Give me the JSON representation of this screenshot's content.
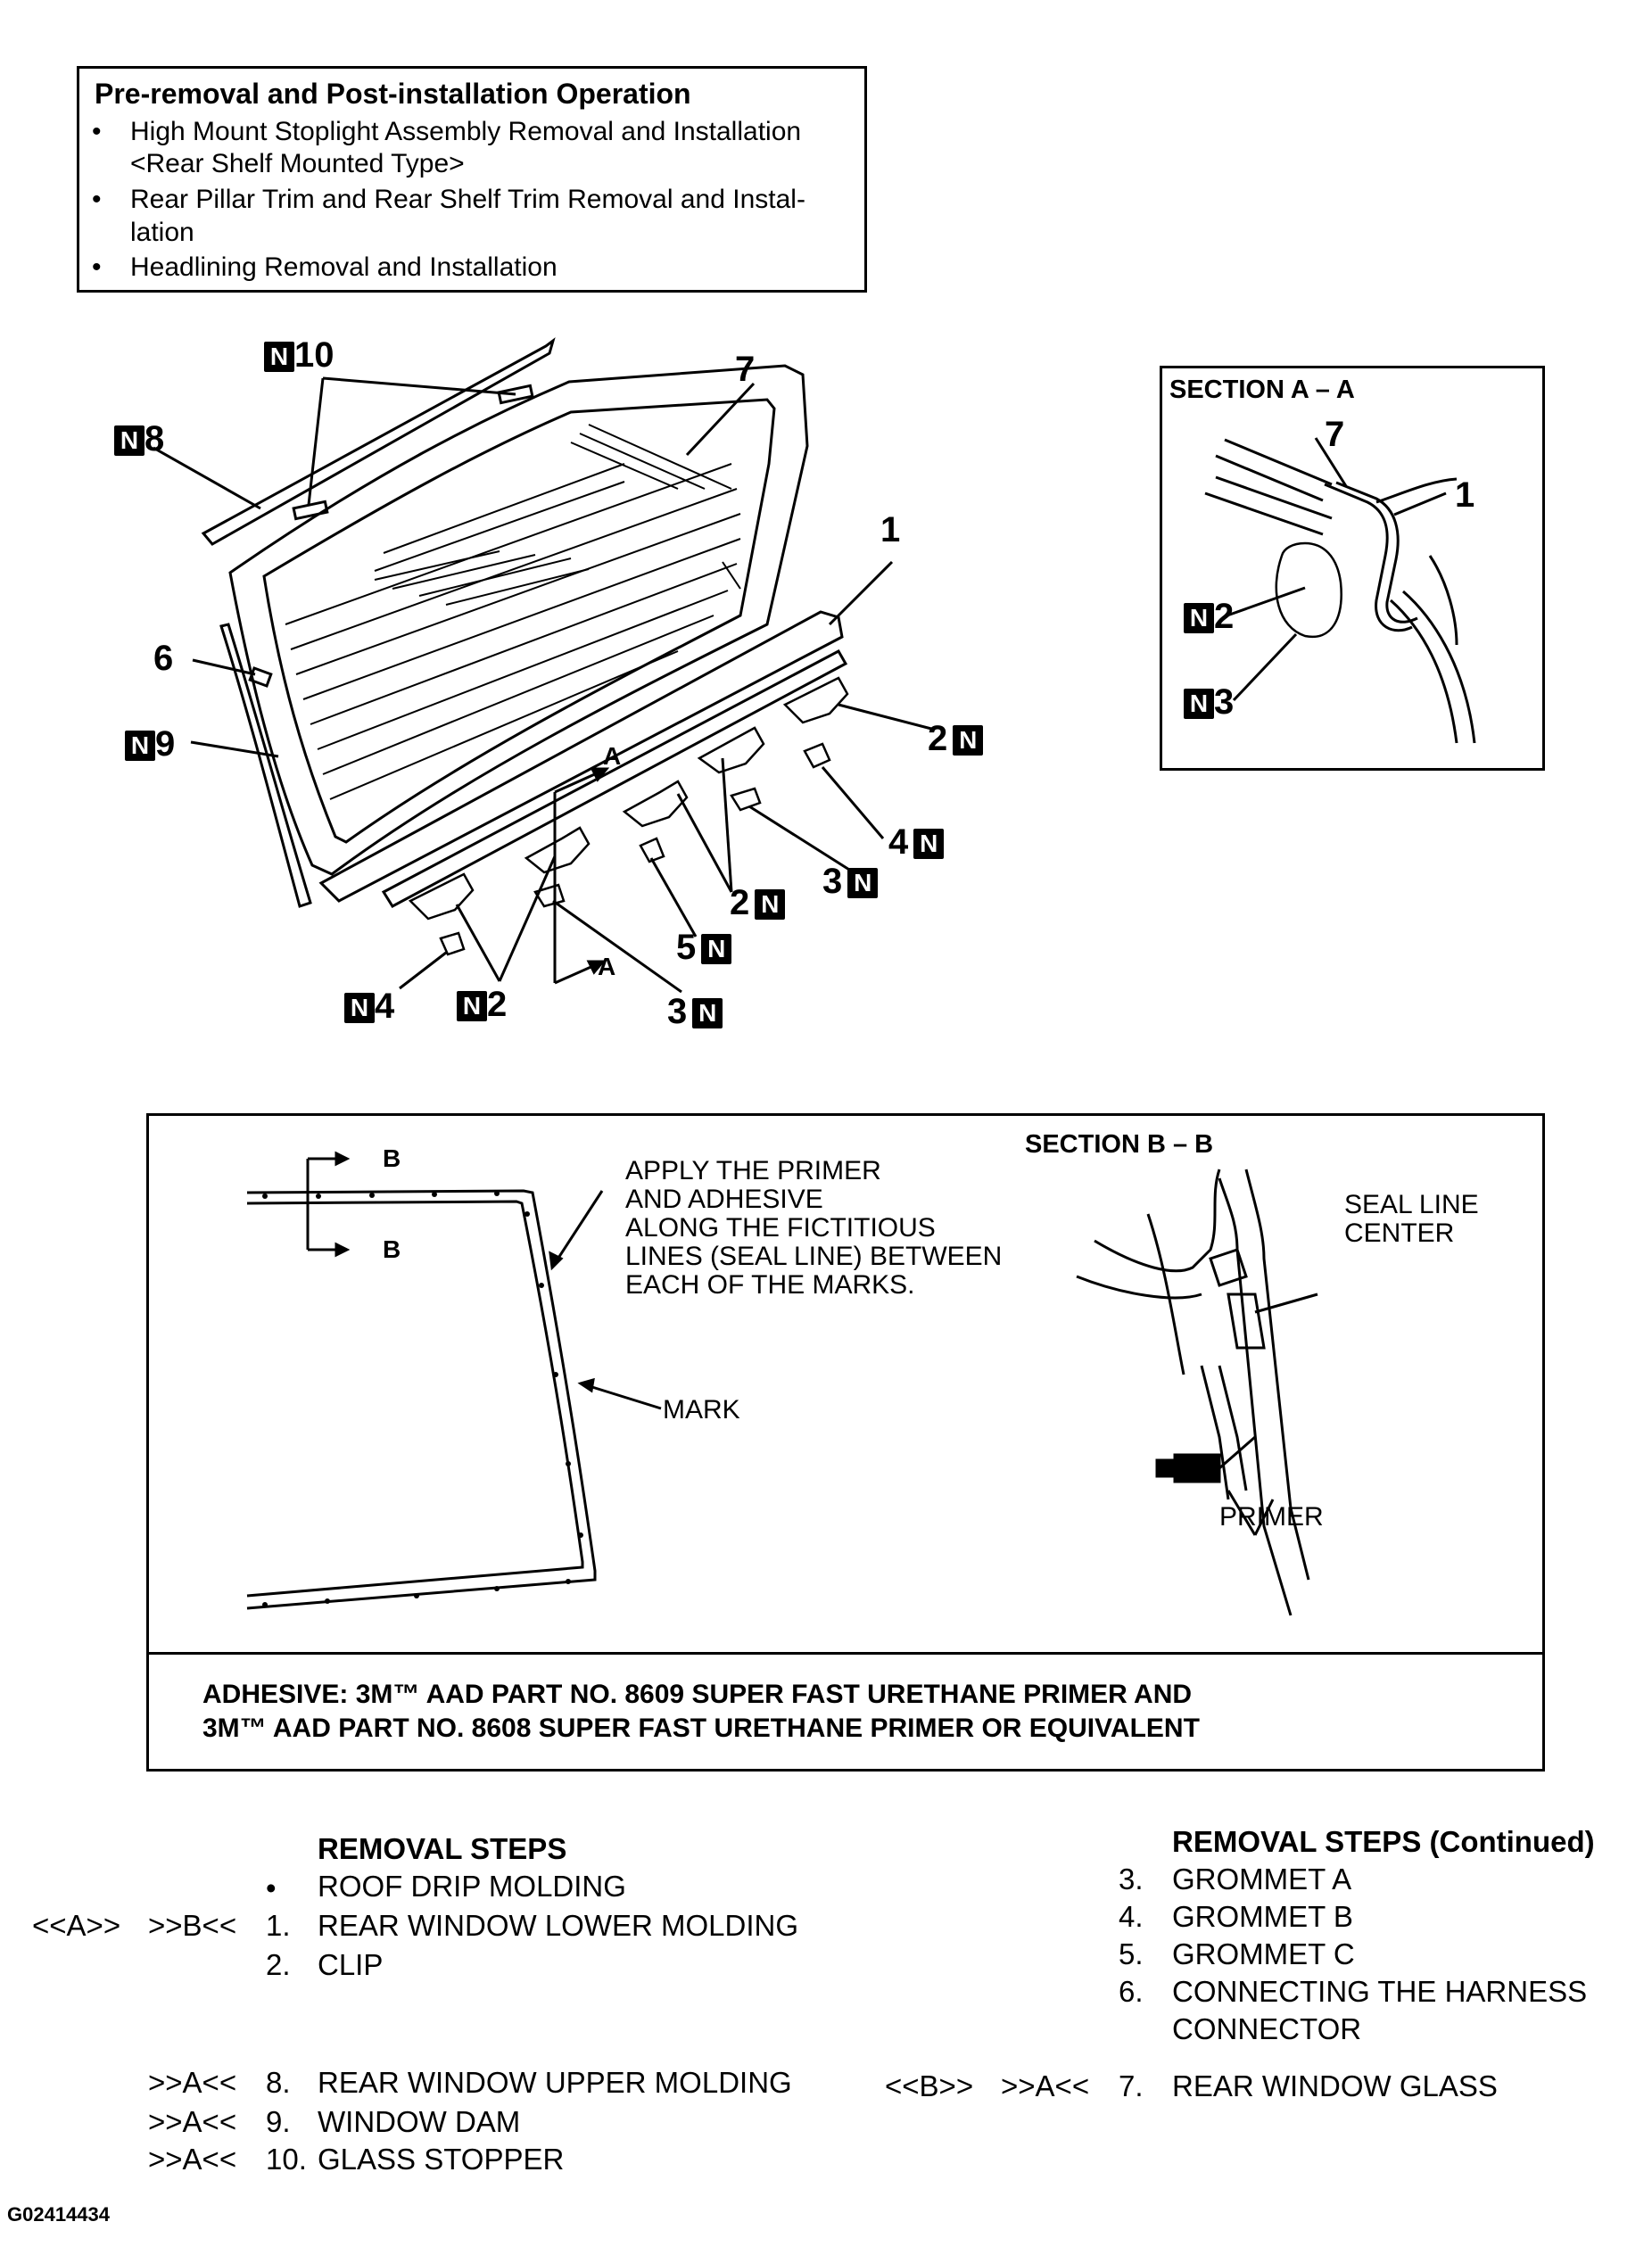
{
  "pre_box": {
    "title": "Pre-removal and Post-installation Operation",
    "items": [
      {
        "bullet": "•",
        "line1": "High Mount Stoplight Assembly Removal and Installation",
        "line2": "<Rear Shelf Mounted Type>"
      },
      {
        "bullet": "•",
        "line1": "Rear Pillar Trim and Rear Shelf Trim Removal and Instal-",
        "line2": "lation"
      },
      {
        "bullet": "•",
        "line1": "Headlining Removal and Installation",
        "line2": ""
      }
    ]
  },
  "callouts": {
    "n": "N",
    "c10": "10",
    "c8": "8",
    "c7": "7",
    "c1": "1",
    "c6": "6",
    "c9": "9",
    "c2a": "2",
    "c4a": "4",
    "c3a": "3",
    "c2b": "2",
    "c5": "5",
    "c3b": "3",
    "c4b": "4",
    "c2c": "2",
    "arrow_a_top": "A",
    "arrow_a_bottom": "A"
  },
  "section_aa": {
    "title": "SECTION A – A",
    "c7": "7",
    "c1": "1",
    "c2": "2",
    "c3": "3"
  },
  "bottom_box": {
    "b1": "B",
    "b2": "B",
    "note_lines": [
      "APPLY THE PRIMER",
      "AND ADHESIVE",
      "ALONG THE FICTITIOUS",
      "LINES (SEAL LINE) BETWEEN",
      "EACH OF THE MARKS."
    ],
    "mark": "MARK",
    "section_bb": "SECTION B – B",
    "seal_line": [
      "SEAL LINE",
      "CENTER"
    ],
    "primer": "PRIMER",
    "adhesive_lines": [
      "ADHESIVE: 3M™ AAD PART NO. 8609 SUPER FAST URETHANE PRIMER AND",
      "3M™ AAD PART NO. 8608 SUPER FAST URETHANE PRIMER OR EQUIVALENT"
    ]
  },
  "removal_steps": {
    "heading": "REMOVAL STEPS",
    "left": [
      {
        "mark1": "",
        "mark2": "",
        "num": "•",
        "label": "ROOF DRIP MOLDING"
      },
      {
        "mark1": "<<A>>",
        "mark2": ">>B<<",
        "num": "1.",
        "label": "REAR WINDOW LOWER MOLDING"
      },
      {
        "mark1": "",
        "mark2": "",
        "num": "2.",
        "label": "CLIP"
      },
      {
        "mark1": "",
        "mark2": ">>A<<",
        "num": "8.",
        "label": "REAR WINDOW UPPER MOLDING"
      },
      {
        "mark1": "",
        "mark2": ">>A<<",
        "num": "9.",
        "label": "WINDOW DAM"
      },
      {
        "mark1": "",
        "mark2": ">>A<<",
        "num": "10.",
        "label": "GLASS STOPPER"
      }
    ],
    "heading_cont": "REMOVAL STEPS (Continued)",
    "right": [
      {
        "num": "3.",
        "label": "GROMMET A"
      },
      {
        "num": "4.",
        "label": "GROMMET B"
      },
      {
        "num": "5.",
        "label": "GROMMET C"
      },
      {
        "num": "6.",
        "label": "CONNECTING THE HARNESS",
        "label2": "CONNECTOR"
      },
      {
        "mark1": "<<B>>",
        "mark2": ">>A<<",
        "num": "7.",
        "label": "REAR WINDOW GLASS"
      }
    ]
  },
  "figure_id": "G02414434"
}
